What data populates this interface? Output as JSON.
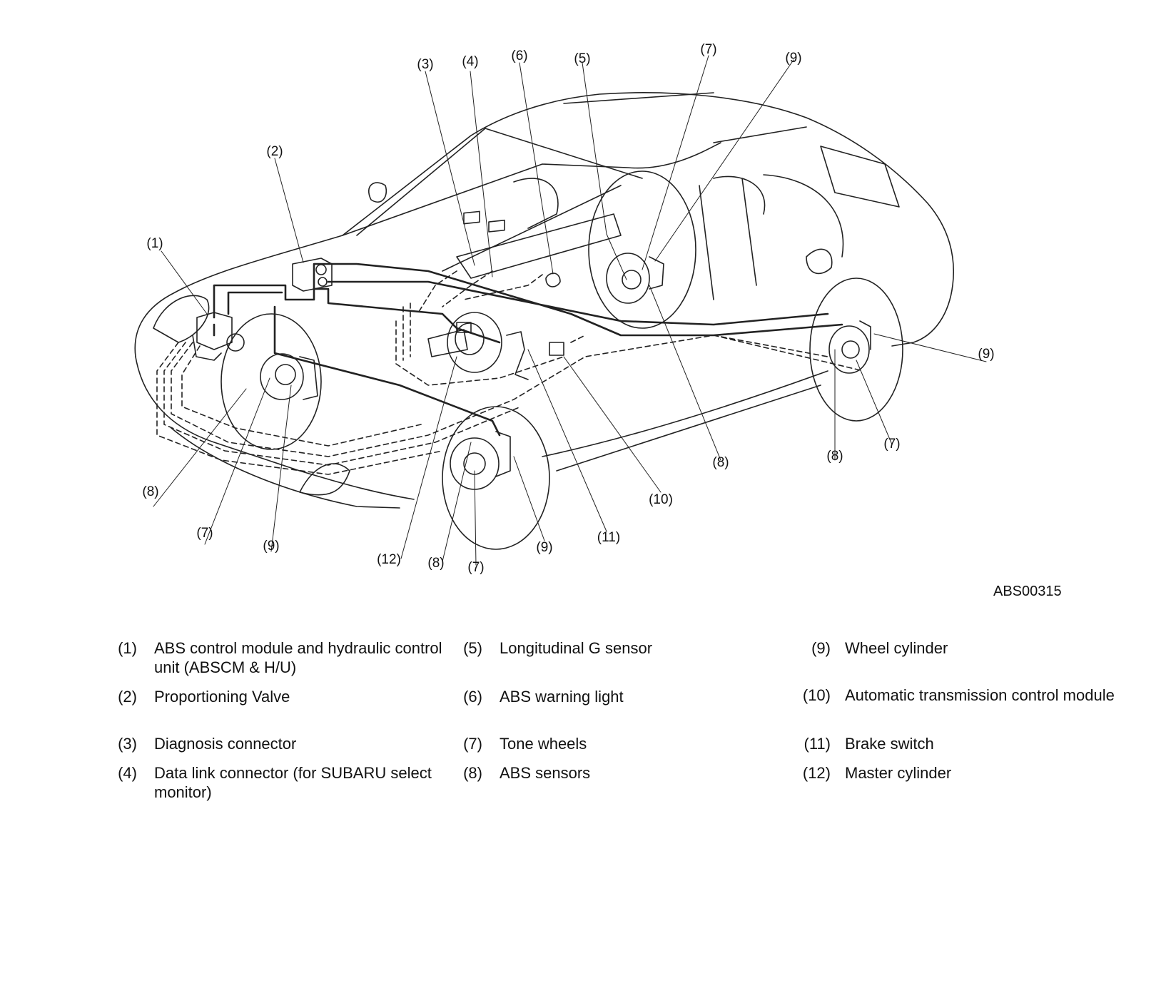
{
  "figure": {
    "id": "ABS00315",
    "callouts": {
      "c1": "(1)",
      "c2": "(2)",
      "c3": "(3)",
      "c4": "(4)",
      "c5": "(5)",
      "c6": "(6)",
      "c7": "(7)",
      "c8": "(8)",
      "c9": "(9)",
      "c10": "(10)",
      "c11": "(11)",
      "c12": "(12)"
    }
  },
  "legend": {
    "col1": [
      {
        "num": "(1)",
        "text": "ABS control module and hydraulic control unit (ABSCM & H/U)"
      },
      {
        "num": "(2)",
        "text": "Proportioning Valve"
      },
      {
        "num": "(3)",
        "text": "Diagnosis connector"
      },
      {
        "num": "(4)",
        "text": "Data link connector (for SUBARU select monitor)"
      }
    ],
    "col2": [
      {
        "num": "(5)",
        "text": "Longitudinal G sensor"
      },
      {
        "num": "(6)",
        "text": "ABS warning light"
      },
      {
        "num": "(7)",
        "text": "Tone wheels"
      },
      {
        "num": "(8)",
        "text": "ABS sensors"
      }
    ],
    "col3": [
      {
        "num": "(9)",
        "text": "Wheel cylinder"
      },
      {
        "num": "(10)",
        "text": "Automatic transmission control module"
      },
      {
        "num": "(11)",
        "text": "Brake switch"
      },
      {
        "num": "(12)",
        "text": "Master cylinder"
      }
    ]
  }
}
